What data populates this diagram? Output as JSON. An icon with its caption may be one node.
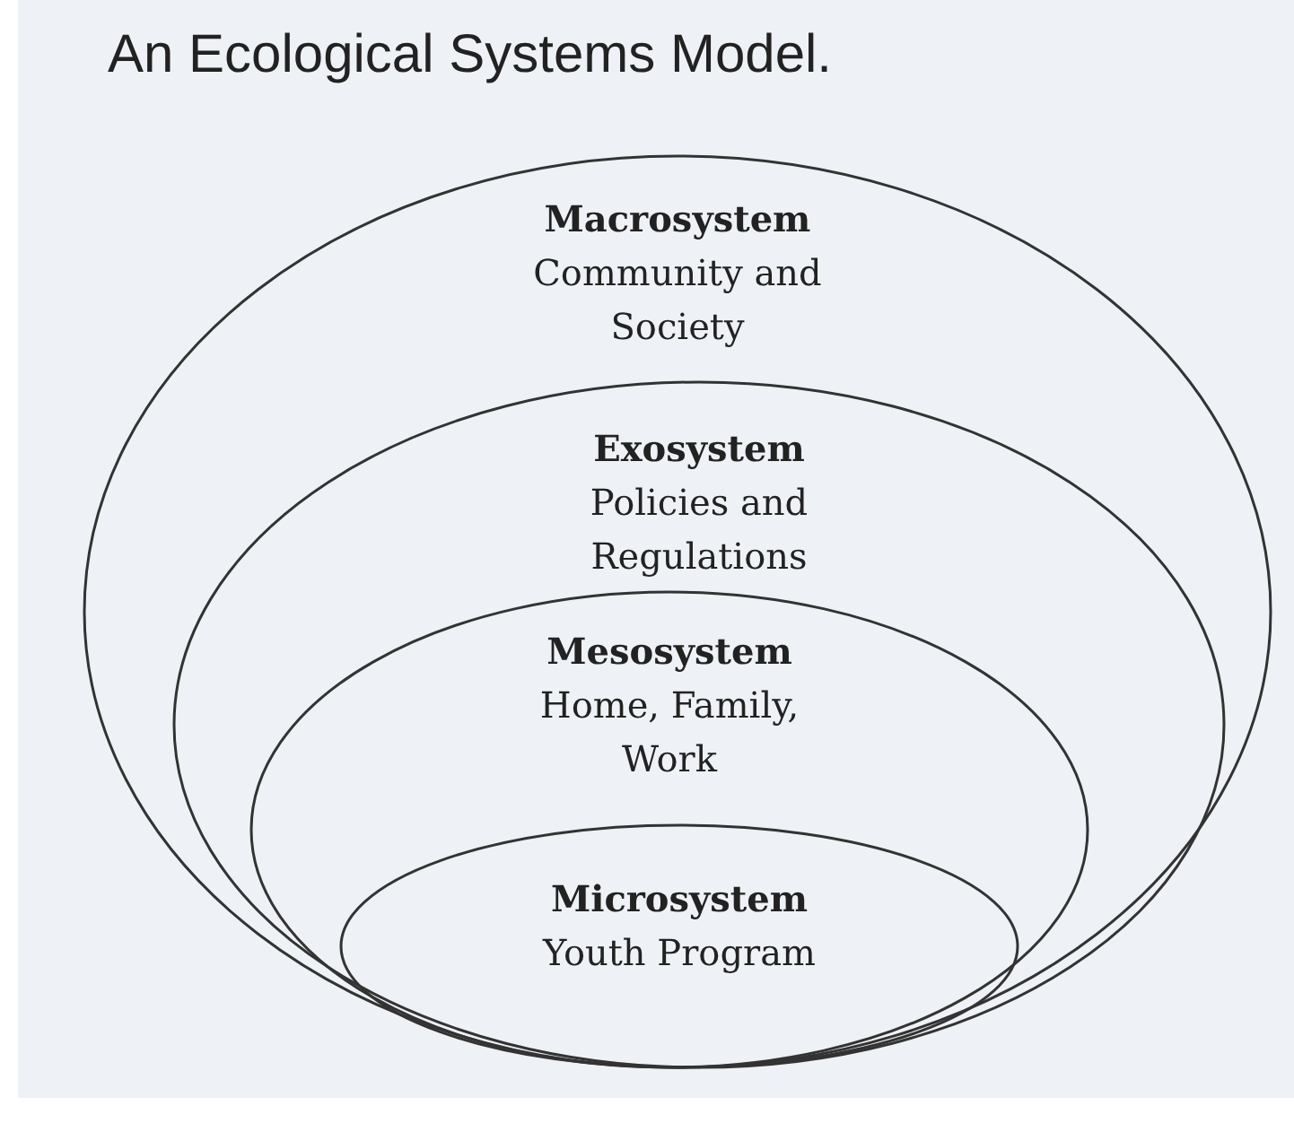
{
  "diagram": {
    "title": "An Ecological Systems Model.",
    "nodes": [
      {
        "text": [
          "Macrosystem",
          "Community and Society"
        ]
      },
      {
        "text": [
          "Exosystem",
          "Policies and Regulations"
        ],
        "in": 0
      },
      {
        "text": [
          "Mesosystem",
          "Home, Family, Work"
        ],
        "in": 1
      },
      {
        "text": [
          "Microsystem",
          "Youth Program"
        ],
        "in": 2
      }
    ],
    "edges": []
  }
}
